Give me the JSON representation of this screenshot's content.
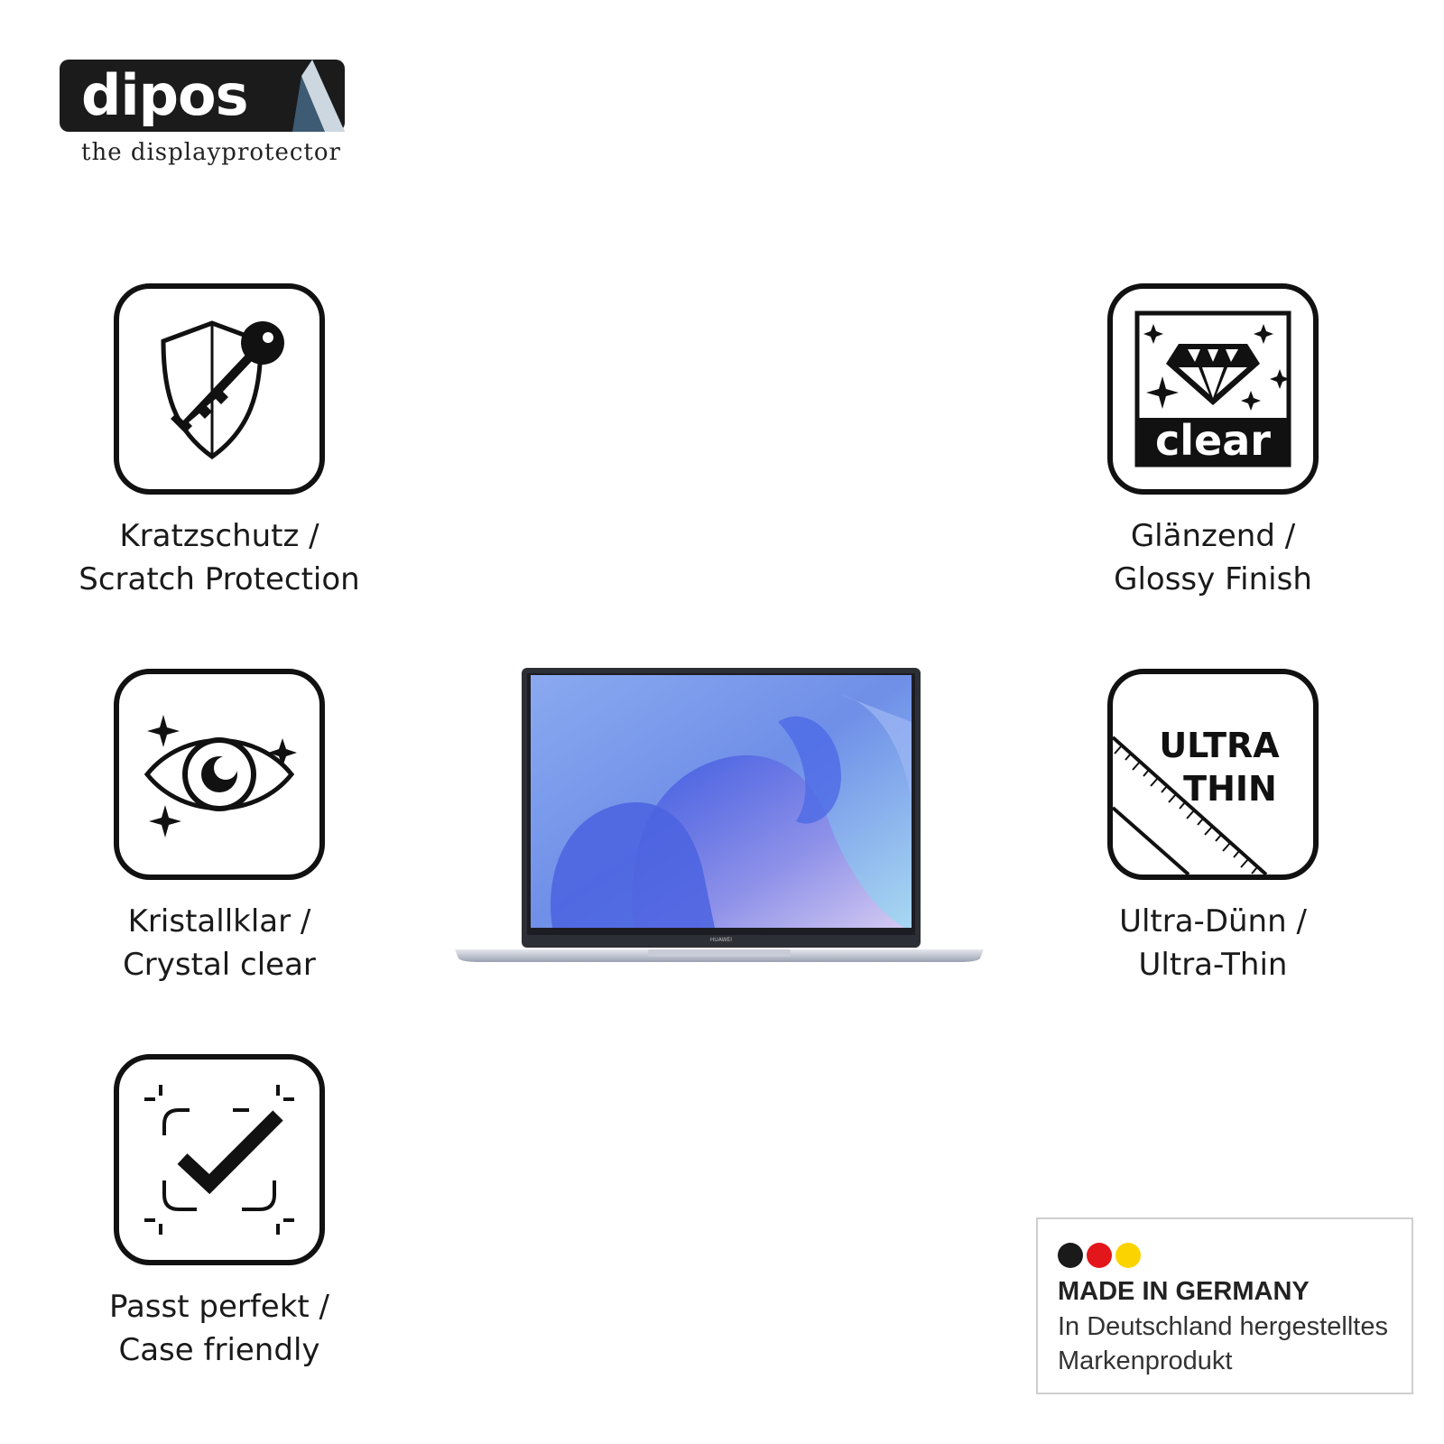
{
  "brand": {
    "logo_text": "dipos",
    "tagline": "the displayprotector"
  },
  "features": [
    {
      "icon": "shield-key-icon",
      "line1": "Kratzschutz /",
      "line2": "Scratch Protection"
    },
    {
      "icon": "eye-sparkle-icon",
      "line1": "Kristallklar /",
      "line2": "Crystal clear"
    },
    {
      "icon": "checkmark-frame-icon",
      "line1": "Passt perfekt /",
      "line2": "Case friendly"
    },
    {
      "icon": "diamond-clear-icon",
      "line1": "Glänzend /",
      "line2": "Glossy Finish",
      "icon_text": "clear"
    },
    {
      "icon": "ruler-ultra-thin-icon",
      "line1": "Ultra-Dünn /",
      "line2": "Ultra-Thin",
      "icon_text_1": "ULTRA",
      "icon_text_2": "THIN"
    }
  ],
  "laptop": {
    "brand_text": "HUAWEI"
  },
  "made_in_germany": {
    "title": "MADE IN GERMANY",
    "subtitle": "In Deutschland hergestelltes Markenprodukt",
    "flag_colors": [
      "#1a1a1a",
      "#e3161b",
      "#fbd400"
    ]
  }
}
